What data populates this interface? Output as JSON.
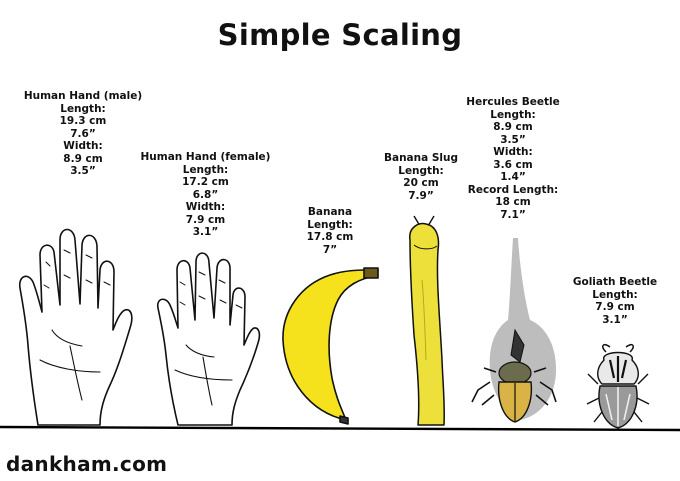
{
  "title": "Simple Scaling",
  "footer": "dankham.com",
  "items": [
    {
      "name": "Human Hand (male)",
      "lines": [
        "Length:",
        "19.3 cm",
        "7.6”",
        "Width:",
        "8.9 cm",
        "3.5”"
      ]
    },
    {
      "name": "Human Hand (female)",
      "lines": [
        "Length:",
        "17.2 cm",
        "6.8”",
        "Width:",
        "7.9 cm",
        "3.1”"
      ]
    },
    {
      "name": "Banana",
      "lines": [
        "Length:",
        "17.8 cm",
        "7”"
      ]
    },
    {
      "name": "Banana Slug",
      "lines": [
        "Length:",
        "20 cm",
        "7.9”"
      ]
    },
    {
      "name": "Hercules Beetle",
      "lines": [
        "Length:",
        "8.9 cm",
        "3.5”",
        "Width:",
        "3.6 cm",
        "1.4”",
        "Record Length:",
        "18 cm",
        "7.1”"
      ]
    },
    {
      "name": "Goliath Beetle",
      "lines": [
        "Length:",
        "7.9 cm",
        "3.1”"
      ]
    }
  ],
  "colors": {
    "banana": "#f6e21c",
    "slug": "#eee03a",
    "beetle_shadow": "#bdbdbd",
    "ground": "#000000"
  }
}
